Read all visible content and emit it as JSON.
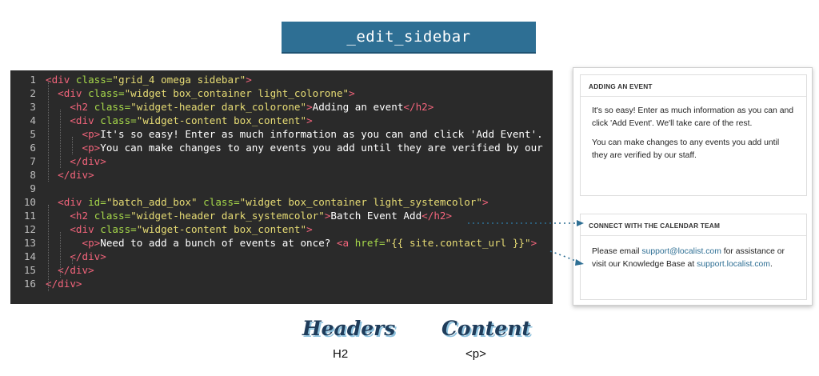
{
  "title": "_edit_sidebar",
  "code_lines": [
    {
      "num": "1",
      "parts": [
        [
          "tag",
          "<div "
        ],
        [
          "attr",
          "class="
        ],
        [
          "str",
          "\"grid_4 omega sidebar\""
        ],
        [
          "tag",
          ">"
        ]
      ]
    },
    {
      "num": "2",
      "parts": [
        [
          "txt",
          "  "
        ],
        [
          "tag",
          "<div "
        ],
        [
          "attr",
          "class="
        ],
        [
          "str",
          "\"widget box_container light_colorone\""
        ],
        [
          "tag",
          ">"
        ]
      ]
    },
    {
      "num": "3",
      "parts": [
        [
          "txt",
          "    "
        ],
        [
          "tag",
          "<h2 "
        ],
        [
          "attr",
          "class="
        ],
        [
          "str",
          "\"widget-header dark_colorone\""
        ],
        [
          "tag",
          ">"
        ],
        [
          "txt",
          "Adding an event"
        ],
        [
          "tag",
          "</h2>"
        ]
      ]
    },
    {
      "num": "4",
      "parts": [
        [
          "txt",
          "    "
        ],
        [
          "tag",
          "<div "
        ],
        [
          "attr",
          "class="
        ],
        [
          "str",
          "\"widget-content box_content\""
        ],
        [
          "tag",
          ">"
        ]
      ]
    },
    {
      "num": "5",
      "parts": [
        [
          "txt",
          "      "
        ],
        [
          "tag",
          "<p>"
        ],
        [
          "txt",
          "It's so easy! Enter as much information as you can and click 'Add Event'. "
        ]
      ]
    },
    {
      "num": "6",
      "parts": [
        [
          "txt",
          "      "
        ],
        [
          "tag",
          "<p>"
        ],
        [
          "txt",
          "You can make changes to any events you add until they are verified by our "
        ]
      ]
    },
    {
      "num": "7",
      "parts": [
        [
          "txt",
          "    "
        ],
        [
          "tag",
          "</div>"
        ]
      ]
    },
    {
      "num": "8",
      "parts": [
        [
          "txt",
          "  "
        ],
        [
          "tag",
          "</div>"
        ]
      ]
    },
    {
      "num": "9",
      "parts": []
    },
    {
      "num": "10",
      "parts": [
        [
          "txt",
          "  "
        ],
        [
          "tag",
          "<div "
        ],
        [
          "attr",
          "id="
        ],
        [
          "str",
          "\"batch_add_box\" "
        ],
        [
          "attr",
          "class="
        ],
        [
          "str",
          "\"widget box_container light_systemcolor\""
        ],
        [
          "tag",
          ">"
        ]
      ]
    },
    {
      "num": "11",
      "parts": [
        [
          "txt",
          "    "
        ],
        [
          "tag",
          "<h2 "
        ],
        [
          "attr",
          "class="
        ],
        [
          "str",
          "\"widget-header dark_systemcolor\""
        ],
        [
          "tag",
          ">"
        ],
        [
          "txt",
          "Batch Event Add"
        ],
        [
          "tag",
          "</h2>"
        ]
      ]
    },
    {
      "num": "12",
      "parts": [
        [
          "txt",
          "    "
        ],
        [
          "tag",
          "<div "
        ],
        [
          "attr",
          "class="
        ],
        [
          "str",
          "\"widget-content box_content\""
        ],
        [
          "tag",
          ">"
        ]
      ]
    },
    {
      "num": "13",
      "parts": [
        [
          "txt",
          "      "
        ],
        [
          "tag",
          "<p>"
        ],
        [
          "txt",
          "Need to add a bunch of events at once? "
        ],
        [
          "tag",
          "<a "
        ],
        [
          "attr",
          "href="
        ],
        [
          "str",
          "\"{{ site.contact_url }}\""
        ],
        [
          "tag",
          ">"
        ]
      ]
    },
    {
      "num": "14",
      "parts": [
        [
          "txt",
          "    "
        ],
        [
          "tag",
          "</div>"
        ]
      ]
    },
    {
      "num": "15",
      "parts": [
        [
          "txt",
          "  "
        ],
        [
          "tag",
          "</div>"
        ]
      ]
    },
    {
      "num": "16",
      "parts": [
        [
          "tag",
          "</div>"
        ]
      ]
    }
  ],
  "preview": {
    "widget1": {
      "header": "ADDING AN EVENT",
      "para1": "It's so easy! Enter as much information as you can and click 'Add Event'. We'll take care of the rest.",
      "para2": "You can make changes to any events you add until they are verified by our staff."
    },
    "widget2": {
      "header": "CONNECT WITH THE CALENDAR TEAM",
      "text_before": "Please email ",
      "email": "support@localist.com",
      "text_middle": " for assistance or visit our Knowledge Base at ",
      "kb_link": "support.localist.com",
      "text_after": "."
    }
  },
  "legend": {
    "headers_label": "Headers",
    "headers_sub": "H2",
    "content_label": "Content",
    "content_sub": "<p>"
  },
  "colors": {
    "badge": "#2e6f94",
    "editor_bg": "#2a2a2a",
    "tag": "#f2647b",
    "attr": "#a6d84a",
    "string": "#e6db74",
    "link": "#2e6f94"
  }
}
